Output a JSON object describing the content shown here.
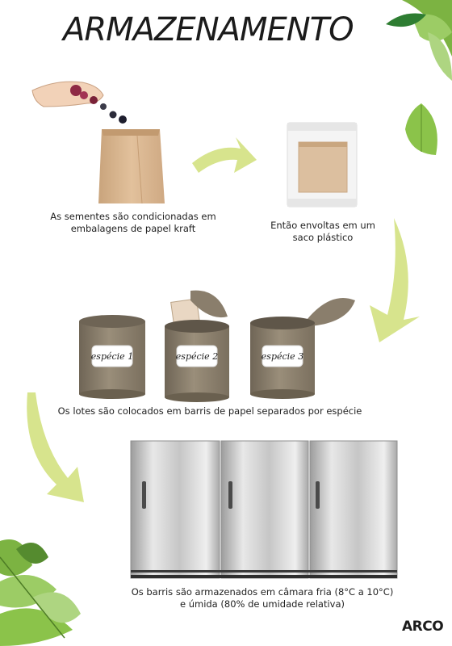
{
  "title": "ARMAZENAMENTO",
  "steps": {
    "kraft": "As sementes são condicionadas em embalagens de papel kraft",
    "plastic": "Então envoltas em um saco plástico",
    "barrels": "Os lotes são colocados em barris de papel separados por espécie",
    "cold": "Os barris são armazenados em câmara fria (8°C a 10°C) e úmida (80% de umidade relativa)"
  },
  "barrel_labels": [
    "espécie 1",
    "espécie 2",
    "espécie 3"
  ],
  "brand": "ARCO",
  "colors": {
    "arrow": "#d7e48d",
    "kraft": "#d9b791",
    "barrel": "#8a7e6c",
    "steel": "#c9c9c9",
    "leaf": "#7cb342"
  }
}
